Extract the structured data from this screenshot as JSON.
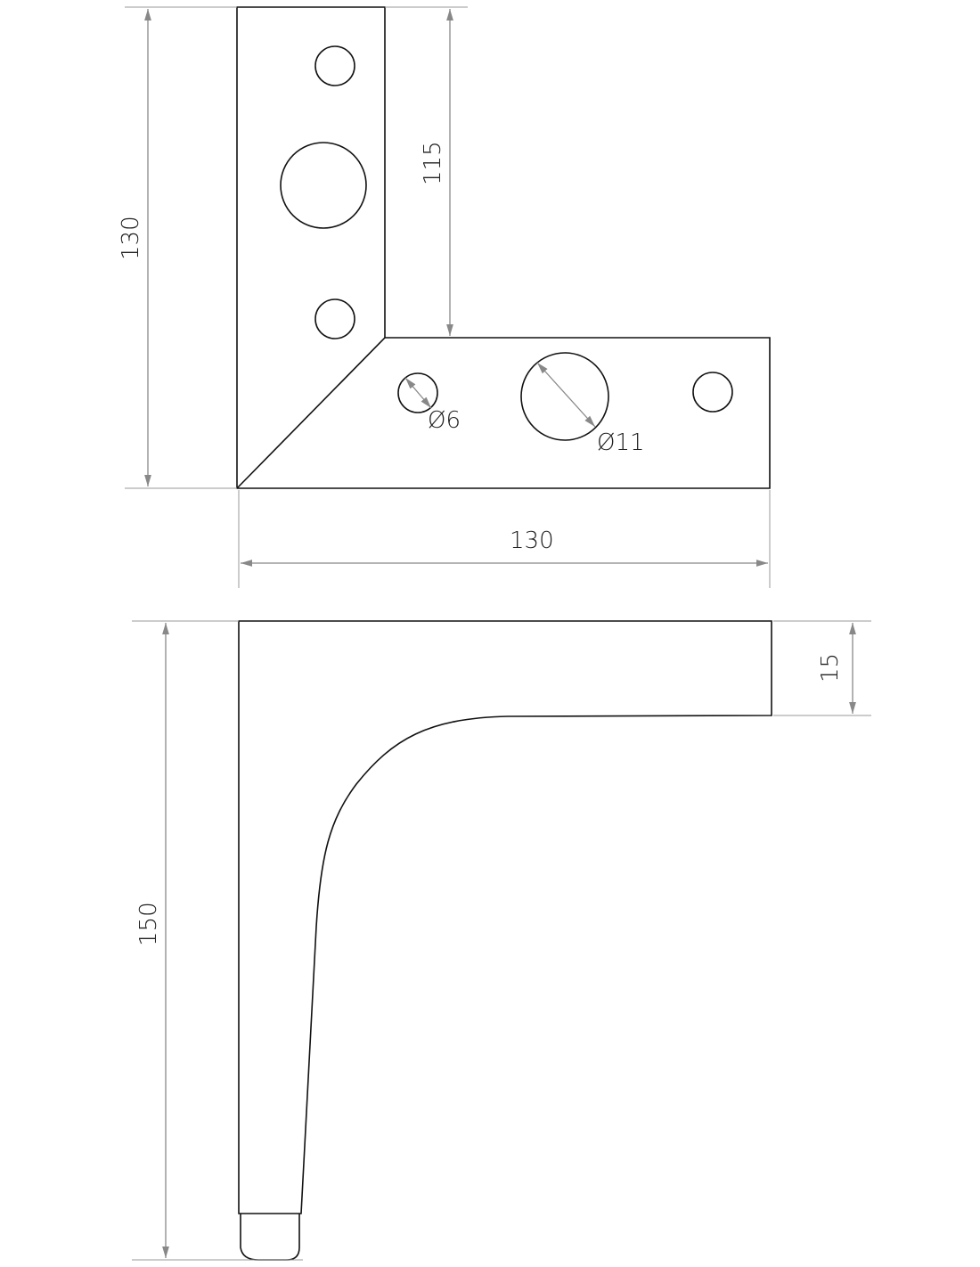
{
  "drawing": {
    "top_view": {
      "height_label": "130",
      "inner_height_label": "115",
      "width_label": "130",
      "small_hole_label": "Ø6",
      "large_hole_label": "Ø11"
    },
    "side_view": {
      "height_label": "150",
      "thickness_label": "15"
    },
    "colors": {
      "outline": "#111111",
      "dimension": "#888888"
    }
  }
}
